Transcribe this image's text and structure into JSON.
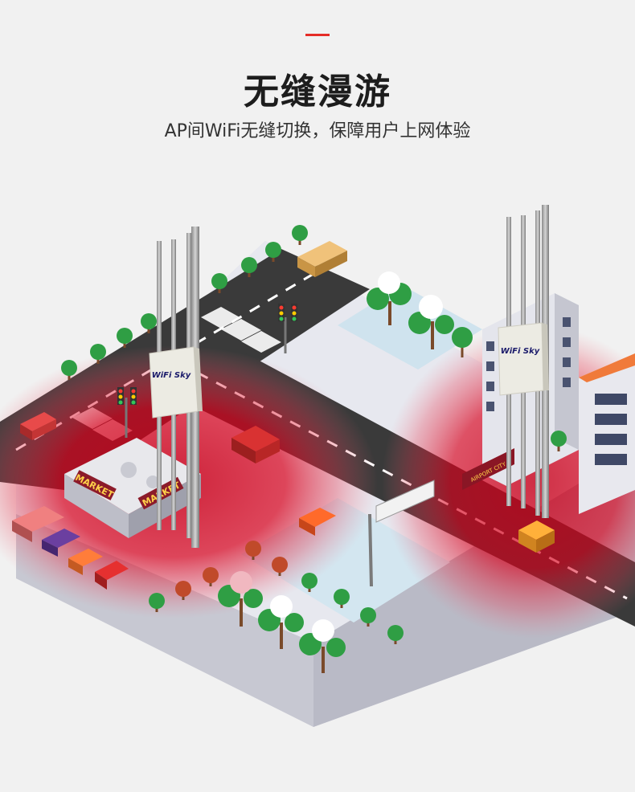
{
  "header": {
    "title": "无缝漫游",
    "subtitle": "AP间WiFi无缝切换，保障用户上网体验"
  },
  "scene": {
    "ap_left": {
      "brand": "WiFi Sky"
    },
    "ap_right": {
      "brand": "WiFi Sky"
    },
    "market_sign_1": "MARKET",
    "market_sign_2": "MARKET",
    "road_sign": "AIRPORT  CITY",
    "colors": {
      "accent": "#e52d27",
      "coverage": "#d9001b",
      "road": "#3a3a3a",
      "ground": "#dcdde6",
      "grass": "#cfe3ee"
    }
  }
}
